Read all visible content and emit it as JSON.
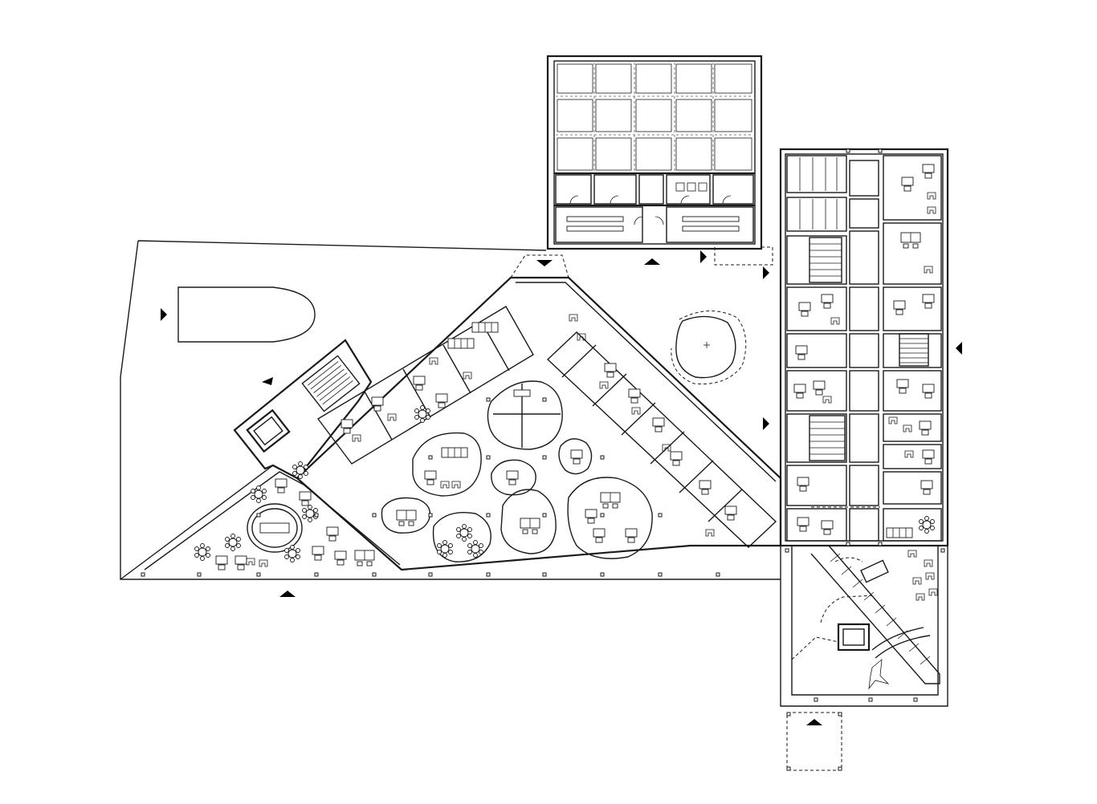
{
  "drawing": {
    "type": "architectural floor plan",
    "colors": {
      "line": "#1a1a1a",
      "background": "#ffffff",
      "entrance_marker": "#000000"
    },
    "symbols": [
      "entrance-arrow",
      "column",
      "stair",
      "elevator",
      "door-swing",
      "desk-cluster",
      "round-table"
    ]
  }
}
